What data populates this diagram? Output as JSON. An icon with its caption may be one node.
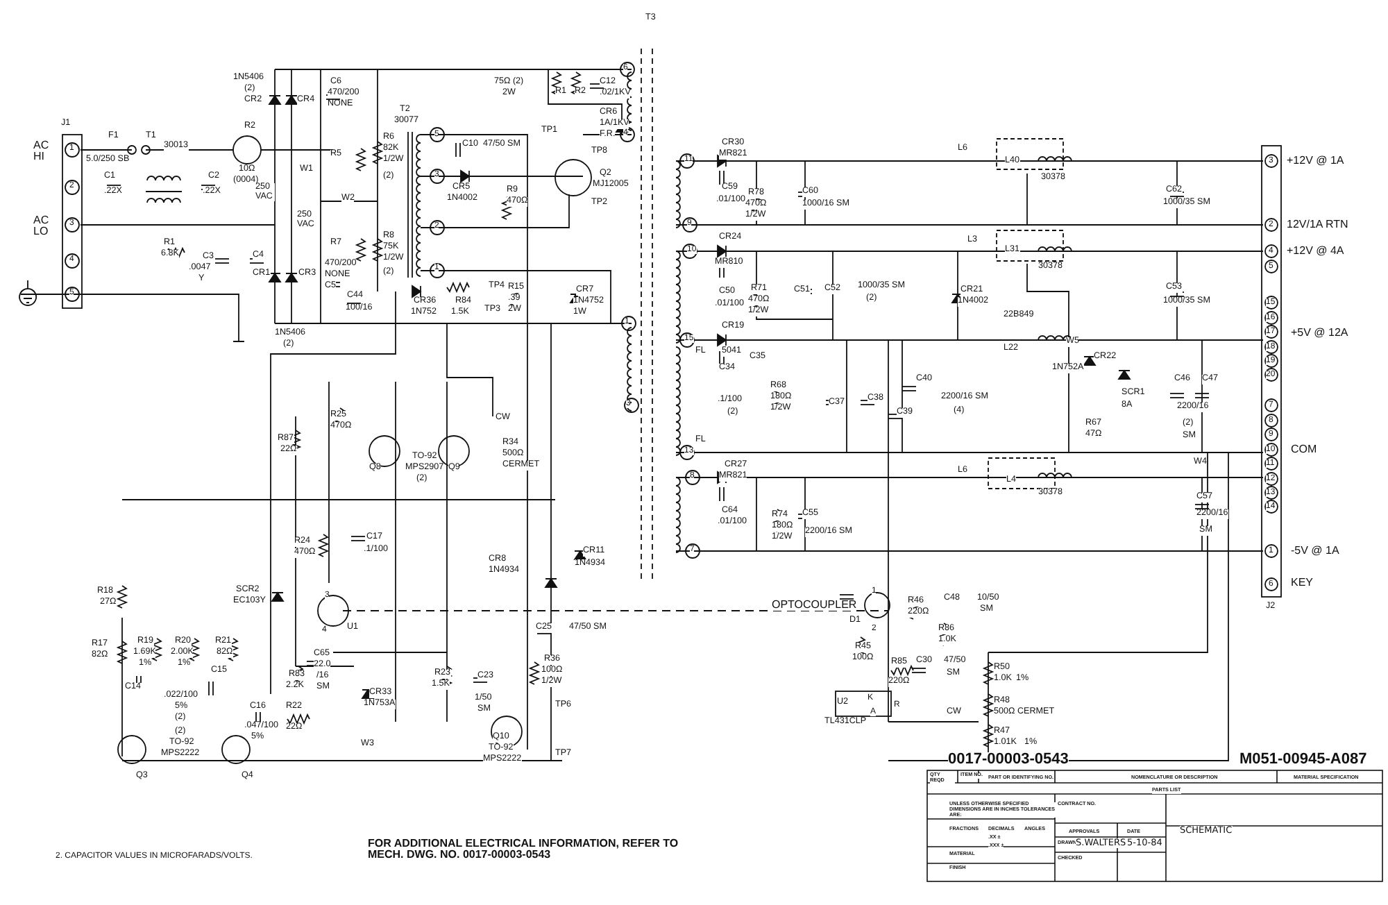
{
  "diagram": {
    "labels": [
      "T3",
      "J1",
      "AC HI",
      "AC LO",
      "1",
      "2",
      "3",
      "4",
      "5",
      "F1",
      "5.0/250 SB",
      "T1",
      "30013",
      "C1",
      ".22X",
      "C2",
      ".22X",
      "R1",
      "6.8K",
      "C3",
      ".0047",
      "Y",
      "C4",
      "R2",
      "10Ω",
      "(0004)",
      "1N5406",
      "(2)",
      "CR2",
      "CR4",
      "C6",
      "470/200",
      "NONE",
      "250 VAC",
      "W1",
      "250 VAC",
      "W2",
      "CR1",
      "CR3",
      "1N5406",
      "(2)",
      "470/200",
      "NONE",
      "C5",
      "C44",
      "100/16",
      "R5",
      "R6",
      "82K",
      "1/2W",
      "(2)",
      "R7",
      "R8",
      "75K",
      "1/2W",
      "(2)",
      "T2",
      "30077",
      "5",
      "3",
      "2",
      "1",
      "C10",
      "47/50 SM",
      "CR5",
      "1N4002",
      "R9",
      "470Ω",
      "CR36",
      "1N752",
      "R84",
      "1.5K",
      "TP4",
      "TP3",
      "R15",
      ".39",
      "2W",
      "CR7",
      "1N4752",
      "1W",
      "TP1",
      "TP8",
      "Q2",
      "MJ12005",
      "TP2",
      "75Ω (2)",
      "2W",
      "R1",
      "R2",
      "C12",
      ".02/1KV",
      "CR6",
      "1A/1KV",
      "F.R.",
      "6",
      "4",
      "1",
      "3",
      "R87",
      "22Ω",
      "R25",
      "470Ω",
      "Q8",
      "TO-92",
      "MPS2907",
      "(2)",
      "Q9",
      "CW",
      "R34",
      "500Ω",
      "CERMET",
      "R24",
      "470Ω",
      "C17",
      ".1/100",
      "CR8",
      "1N4934",
      "CR11",
      "1N4934",
      "SCR2",
      "EC103Y",
      "3",
      "4",
      "U1",
      "R18",
      "27Ω",
      "R17",
      "82Ω",
      "R19",
      "1.69K",
      "1%",
      "R20",
      "2.00K",
      "1%",
      "R21",
      "82Ω",
      "C14",
      "C15",
      ".022/100",
      "5%",
      "(2)",
      "C16",
      ".047/100",
      "5%",
      "R22",
      "22Ω",
      "R83",
      "2.2K",
      "C65",
      "22.0",
      "/16",
      "SM",
      "CR33",
      "1N753A",
      "W3",
      "R23",
      "1.5K",
      "C23",
      "1/50",
      "SM",
      "R36",
      "100Ω",
      "1/2W",
      "TP6",
      "Q10",
      "TO-92",
      "MPS2222",
      "TP7",
      "C25",
      "47/50 SM",
      "Q3",
      "Q4",
      "(2)",
      "TO-92",
      "MPS2222",
      "11",
      "9",
      "10",
      "15",
      "13",
      "8",
      "7",
      "FL",
      "FL",
      "CR30",
      "MR821",
      "C59",
      ".01/100",
      "R78",
      "470Ω",
      "1/2W",
      "C60",
      "1000/16 SM",
      "L6",
      "L40",
      "30378",
      "C62",
      "1000/35 SM",
      "CR24",
      "MR810",
      "C50",
      ".01/100",
      "R71",
      "470Ω",
      "1/2W",
      "C51",
      "C52",
      "1000/35 SM",
      "(2)",
      "CR21",
      "1N4002",
      "L3",
      "L31",
      "30378",
      "22B849",
      "L22",
      "C53",
      "1000/35 SM",
      "W5",
      "CR22",
      "CR19",
      "5041",
      "C35",
      "C34",
      ".1/100",
      "(2)",
      "R68",
      "180Ω",
      "1/2W",
      "C37",
      "C38",
      "C39",
      "C40",
      "2200/16 SM",
      "(4)",
      "1N752A",
      "SCR1",
      "8A",
      "R67",
      "47Ω",
      "C46",
      "C47",
      "2200/16",
      "(2)",
      "SM",
      "CR27",
      "MR821",
      "C64",
      ".01/100",
      "R74",
      "180Ω",
      "1/2W",
      "C55",
      "2200/16 SM",
      "L6",
      "L4",
      "30378",
      "W4",
      "C57",
      "2200/16",
      "SM",
      "+12V @ 1A",
      "12V/1A RTN",
      "+12V @ 4A",
      "+5V @ 12A",
      "COM",
      "-5V @ 1A",
      "KEY",
      "J2",
      "3",
      "2",
      "4",
      "5",
      "15",
      "16",
      "17",
      "18",
      "19",
      "20",
      "7",
      "8",
      "9",
      "10",
      "11",
      "12",
      "13",
      "14",
      "1",
      "6",
      "OPTOCOUPLER",
      "1",
      "2",
      "D1",
      "R46",
      "220Ω",
      "C48",
      "10/50",
      "SM",
      "R86",
      "1.0K",
      "R45",
      "100Ω",
      "R85",
      "220Ω",
      "C30",
      "47/50",
      "SM",
      "R50",
      "1.0K",
      "1%",
      "U2",
      "TL431CLP",
      "K",
      "A",
      "R",
      "CW",
      "R48",
      "500Ω CERMET",
      "R47",
      "1.01K",
      "1%",
      "0017-00003-0543",
      "M051-00945-A087",
      "QTY REQD",
      "ITEM NO.",
      "PART OR IDENTIFYING NO.",
      "NOMENCLATURE OR DESCRIPTION",
      "MATERIAL SPECIFICATION",
      "PARTS LIST",
      "UNLESS OTHERWISE SPECIFIED DIMENSIONS ARE IN INCHES TOLERANCES ARE:",
      "FRACTIONS",
      "DECIMALS",
      "ANGLES",
      ".XX ±",
      ".XXX ±",
      "MATERIAL",
      "FINISH",
      "CONTRACT NO.",
      "APPROVALS",
      "DATE",
      "DRAWN",
      "S.WALTERS",
      "5-10-84",
      "CHECKED",
      "SCHEMATIC",
      "2. CAPACITOR VALUES IN MICROFARADS/VOLTS.",
      "FOR ADDITIONAL ELECTRICAL INFORMATION, REFER TO MECH. DWG. NO. 0017-00003-0543"
    ]
  }
}
